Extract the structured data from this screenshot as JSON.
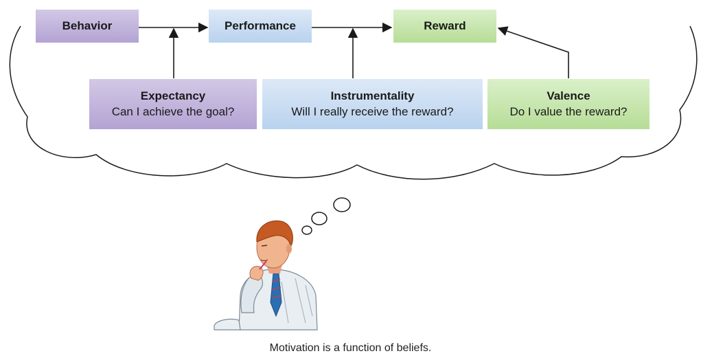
{
  "top_row": {
    "behavior": "Behavior",
    "performance": "Performance",
    "reward": "Reward"
  },
  "factors": {
    "expectancy": {
      "title": "Expectancy",
      "question": "Can I achieve the goal?"
    },
    "instrumentality": {
      "title": "Instrumentality",
      "question": "Will I really receive the reward?"
    },
    "valence": {
      "title": "Valence",
      "question": "Do I value the reward?"
    }
  },
  "caption": "Motivation is a function of beliefs.",
  "colors": {
    "purple": "#b3a3d3",
    "blue": "#b9d2ee",
    "green": "#b6dd97",
    "line": "#1a1a1a"
  },
  "icons": [
    "thought-cloud",
    "thought-bubbles",
    "thinking-man-illustration"
  ]
}
